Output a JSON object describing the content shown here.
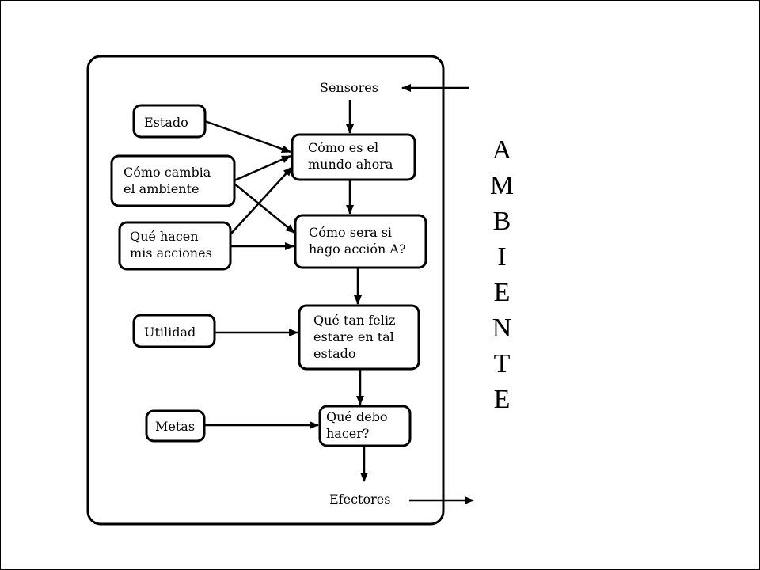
{
  "diagram": {
    "io": {
      "sensors": "Sensores",
      "effectors": "Efectores"
    },
    "inputs": {
      "estado": [
        "Estado"
      ],
      "como_cambia": [
        "Cómo cambia",
        "el ambiente"
      ],
      "que_hacen": [
        "Qué hacen",
        "mis acciones"
      ],
      "utilidad": [
        "Utilidad"
      ],
      "metas": [
        "Metas"
      ]
    },
    "process": {
      "como_es": [
        "Cómo es el",
        "mundo ahora"
      ],
      "como_sera": [
        "Cómo sera si",
        "hago acción A?"
      ],
      "que_tan_feliz": [
        "Qué tan feliz",
        "estare en tal",
        "estado"
      ],
      "que_debo": [
        "Qué debo",
        "hacer?"
      ]
    },
    "environment": {
      "label": "AMBIENTE"
    }
  }
}
